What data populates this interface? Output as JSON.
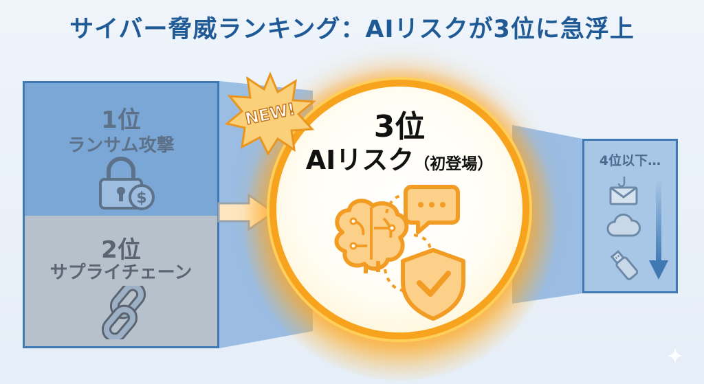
{
  "title": "サイバー脅威ランキング：AIリスクが3位に急浮上",
  "ranks": [
    {
      "rank": "1位",
      "name": "ランサム攻撃",
      "icon": "padlock-dollar-icon"
    },
    {
      "rank": "2位",
      "name": "サプライチェーン",
      "icon": "chain-link-icon"
    }
  ],
  "highlight": {
    "rank": "3位",
    "name": "AIリスク",
    "note": "（初登場）",
    "badge": "NEW!",
    "icons": [
      "brain-circuit-icon",
      "chat-bubble-icon",
      "shield-check-icon"
    ]
  },
  "others": {
    "title": "4位以下…",
    "icons": [
      "phishing-mail-icon",
      "cloud-icon",
      "usb-drive-icon"
    ]
  },
  "colors": {
    "title": "#1f5a96",
    "rank1_bg": "#7aa7d6",
    "rank2_bg": "#b7c1cc",
    "highlight_ring": "#f7a31e",
    "border": "#3f78b3"
  }
}
